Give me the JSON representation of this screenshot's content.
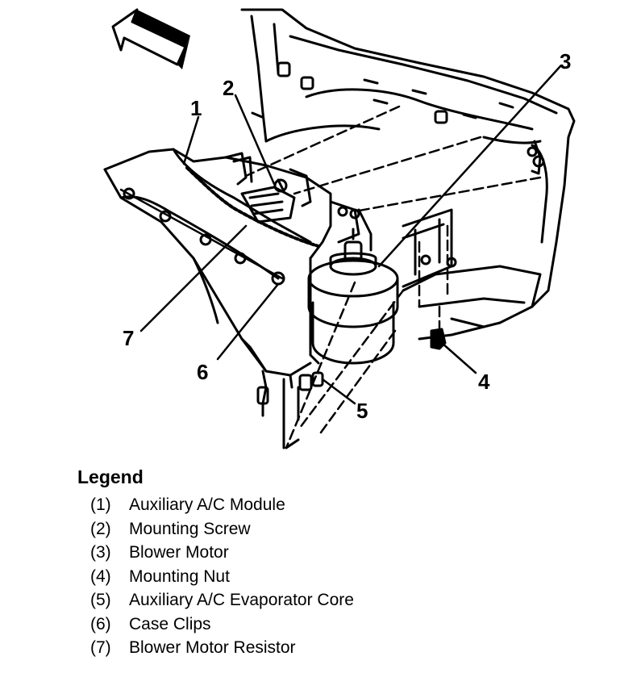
{
  "callouts": [
    "1",
    "2",
    "3",
    "4",
    "5",
    "6",
    "7"
  ],
  "legend": {
    "title": "Legend",
    "items": [
      {
        "num": "(1)",
        "text": "Auxiliary A/C Module"
      },
      {
        "num": "(2)",
        "text": "Mounting Screw"
      },
      {
        "num": "(3)",
        "text": "Blower Motor"
      },
      {
        "num": "(4)",
        "text": "Mounting Nut"
      },
      {
        "num": "(5)",
        "text": "Auxiliary A/C Evaporator Core"
      },
      {
        "num": "(6)",
        "text": "Case Clips"
      },
      {
        "num": "(7)",
        "text": "Blower Motor Resistor"
      }
    ]
  }
}
